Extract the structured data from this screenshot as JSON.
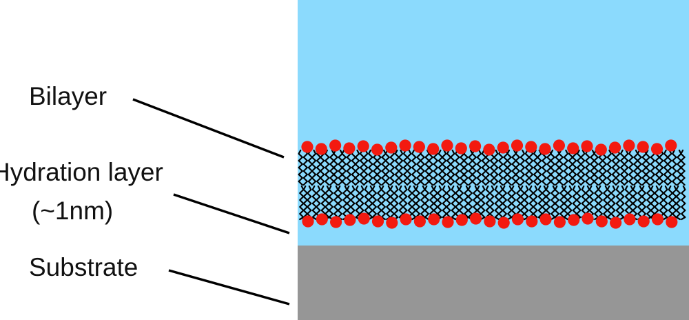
{
  "labels": {
    "bilayer": "Bilayer",
    "hydration": "Hydration layer",
    "hydration_size": "(~1nm)",
    "substrate": "Substrate"
  },
  "colors": {
    "water": "#8bdafd",
    "substrate": "#969696",
    "lipid_head": "#f31a10",
    "lipid_tail": "#000000",
    "text": "#111111"
  },
  "icons": {
    "lipid_head": "red-circle",
    "lipid_tail": "zigzag-line"
  }
}
